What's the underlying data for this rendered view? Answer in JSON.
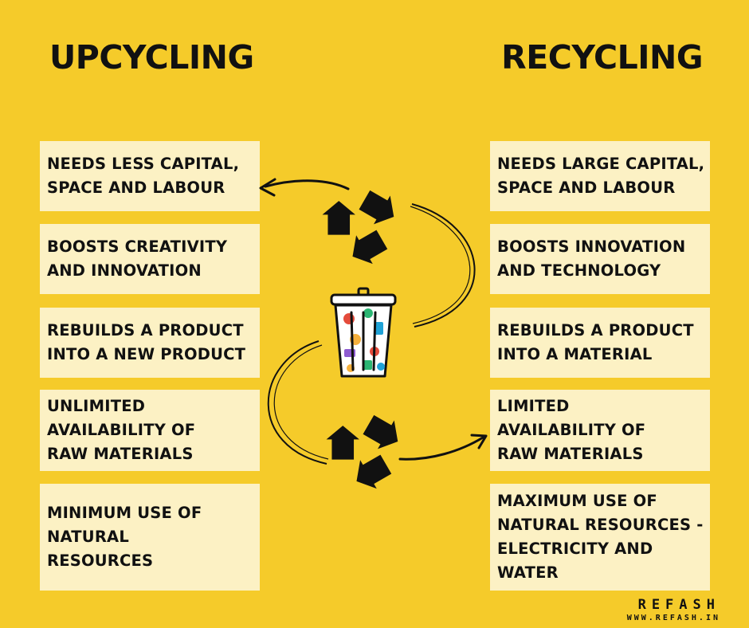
{
  "headings": {
    "left": "UPCYCLING",
    "right": "RECYCLING"
  },
  "upcycling_items": [
    "NEEDS LESS CAPITAL,\nSPACE AND LABOUR",
    "BOOSTS CREATIVITY\nAND INNOVATION",
    "REBUILDS A PRODUCT\nINTO A NEW PRODUCT",
    "UNLIMITED\nAVAILABILITY OF\nRAW MATERIALS",
    "MINIMUM USE OF\nNATURAL\nRESOURCES"
  ],
  "recycling_items": [
    "NEEDS LARGE CAPITAL,\nSPACE AND LABOUR",
    "BOOSTS INNOVATION\nAND TECHNOLOGY",
    "REBUILDS A PRODUCT\nINTO A MATERIAL",
    "LIMITED\nAVAILABILITY OF\nRAW MATERIALS",
    "MAXIMUM USE OF\nNATURAL RESOURCES -\nELECTRICITY AND\nWATER"
  ],
  "brand": {
    "name": "REFASH",
    "url": "WWW.REFASH.IN"
  },
  "icons": [
    "recycle-icon",
    "trash-bin-icon",
    "curved-arrow-icon"
  ],
  "colors": {
    "background": "#F5CB2A",
    "card": "#FCF1C4",
    "ink": "#111111"
  }
}
